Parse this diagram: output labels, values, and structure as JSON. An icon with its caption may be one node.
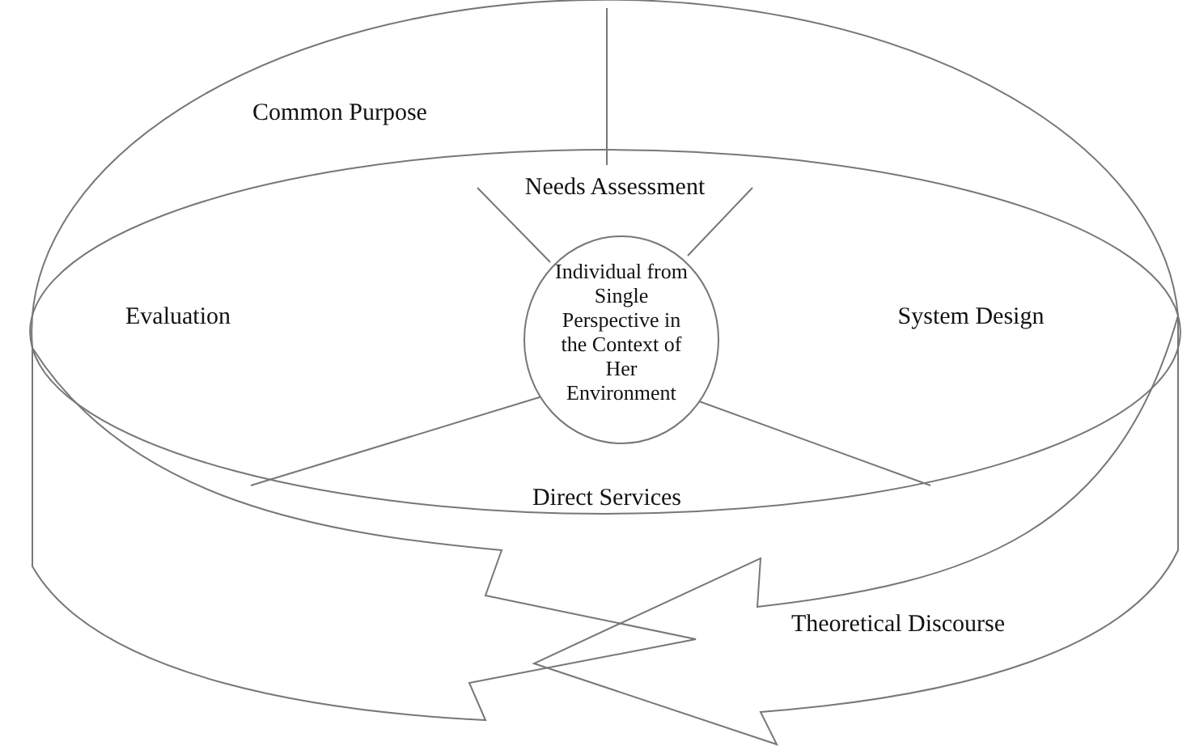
{
  "diagram": {
    "nodes": [
      {
        "text": [
          "Common Purpose"
        ]
      },
      {
        "text": [
          "Needs Assessment"
        ]
      },
      {
        "text": [
          "Evaluation"
        ]
      },
      {
        "text": [
          "Individual from Single Perspective in the Context of Her Environment"
        ]
      },
      {
        "text": [
          "System Design"
        ]
      },
      {
        "text": [
          "Direct Services"
        ]
      },
      {
        "text": [
          "Theoretical Discourse"
        ]
      }
    ]
  }
}
